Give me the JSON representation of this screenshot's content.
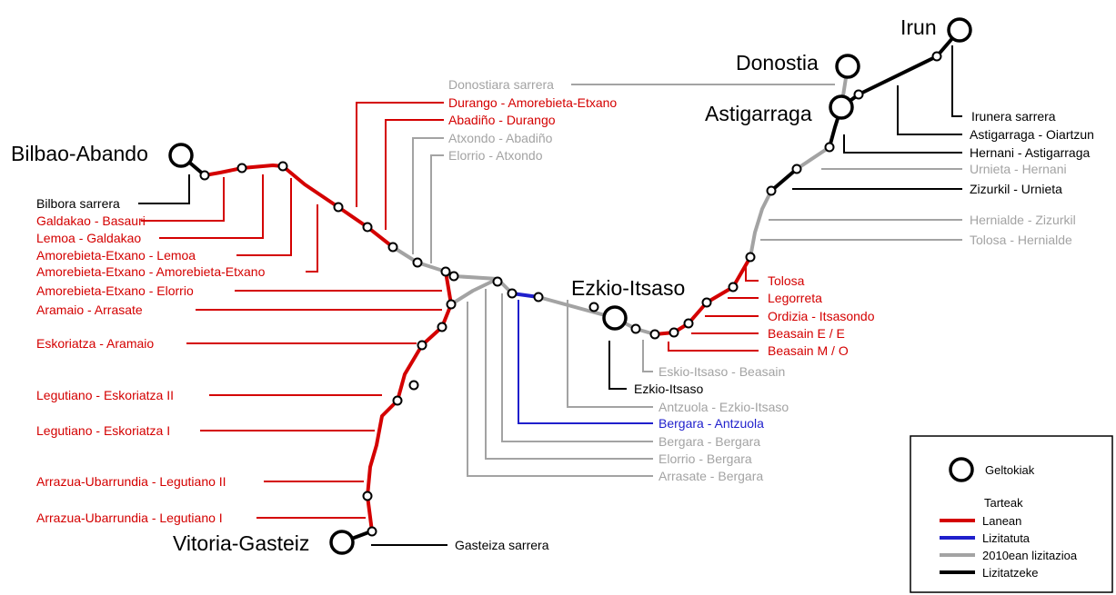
{
  "colors": {
    "lanean": "#d40000",
    "lizitatuta": "#1f1fcc",
    "lizitazioa_2010": "#a3a3a3",
    "lizitatzeke": "#000000"
  },
  "stations": {
    "irun": "Irun",
    "donostia": "Donostia",
    "astigarraga": "Astigarraga",
    "bilbao": "Bilbao-Abando",
    "ezkio": "Ezkio-Itsaso",
    "vitoria": "Vitoria-Gasteiz"
  },
  "sections": {
    "irunera_sarrera": "Irunera sarrera",
    "astigarraga_oiartzun": "Astigarraga - Oiartzun",
    "hernani_astigarraga": "Hernani - Astigarraga",
    "urnieta_hernani": "Urnieta - Hernani",
    "zizurkil_urnieta": "Zizurkil - Urnieta",
    "hernialde_zizurkil": "Hernialde - Zizurkil",
    "tolosa_hernialde": "Tolosa - Hernialde",
    "tolosa": "Tolosa",
    "legorreta": "Legorreta",
    "ordizia_itsasondo": "Ordizia - Itsasondo",
    "beasain_ee": "Beasain E / E",
    "beasain_mo": "Beasain M / O",
    "eskio_beasain": "Eskio-Itsaso - Beasain",
    "ezkio_itsaso": "Ezkio-Itsaso",
    "antzuola_ezkio": "Antzuola - Ezkio-Itsaso",
    "bergara_antzuola": "Bergara - Antzuola",
    "bergara_bergara": "Bergara - Bergara",
    "elorrio_bergara": "Elorrio - Bergara",
    "arrasate_bergara": "Arrasate - Bergara",
    "donostiara_sarrera": "Donostiara sarrera",
    "durango_amorebieta": "Durango - Amorebieta-Etxano",
    "abadino_durango": "Abadiño - Durango",
    "atxondo_abadino": "Atxondo - Abadiño",
    "elorrio_atxondo": "Elorrio - Atxondo",
    "bilbora_sarrera": "Bilbora sarrera",
    "galdakao_basauri": "Galdakao - Basauri",
    "lemoa_galdakao": "Lemoa - Galdakao",
    "amorebieta_lemoa": "Amorebieta-Etxano - Lemoa",
    "amorebieta_amorebieta": "Amorebieta-Etxano - Amorebieta-Etxano",
    "amorebieta_elorrio": "Amorebieta-Etxano - Elorrio",
    "aramaio_arrasate": "Aramaio - Arrasate",
    "eskoriatza_aramaio": "Eskoriatza - Aramaio",
    "legutiano_eskoriatza_2": "Legutiano - Eskoriatza II",
    "legutiano_eskoriatza_1": "Legutiano - Eskoriatza I",
    "arrazua_legutiano_2": "Arrazua-Ubarrundia - Legutiano II",
    "arrazua_legutiano_1": "Arrazua-Ubarrundia - Legutiano I",
    "gasteiza_sarrera": "Gasteiza sarrera"
  },
  "legend": {
    "geltokiak": "Geltokiak",
    "tarteak": "Tarteak",
    "lanean": "Lanean",
    "lizitatuta": "Lizitatuta",
    "lizitazioa_2010": "2010ean lizitazioa",
    "lizitatzeke": "Lizitatzeke"
  }
}
